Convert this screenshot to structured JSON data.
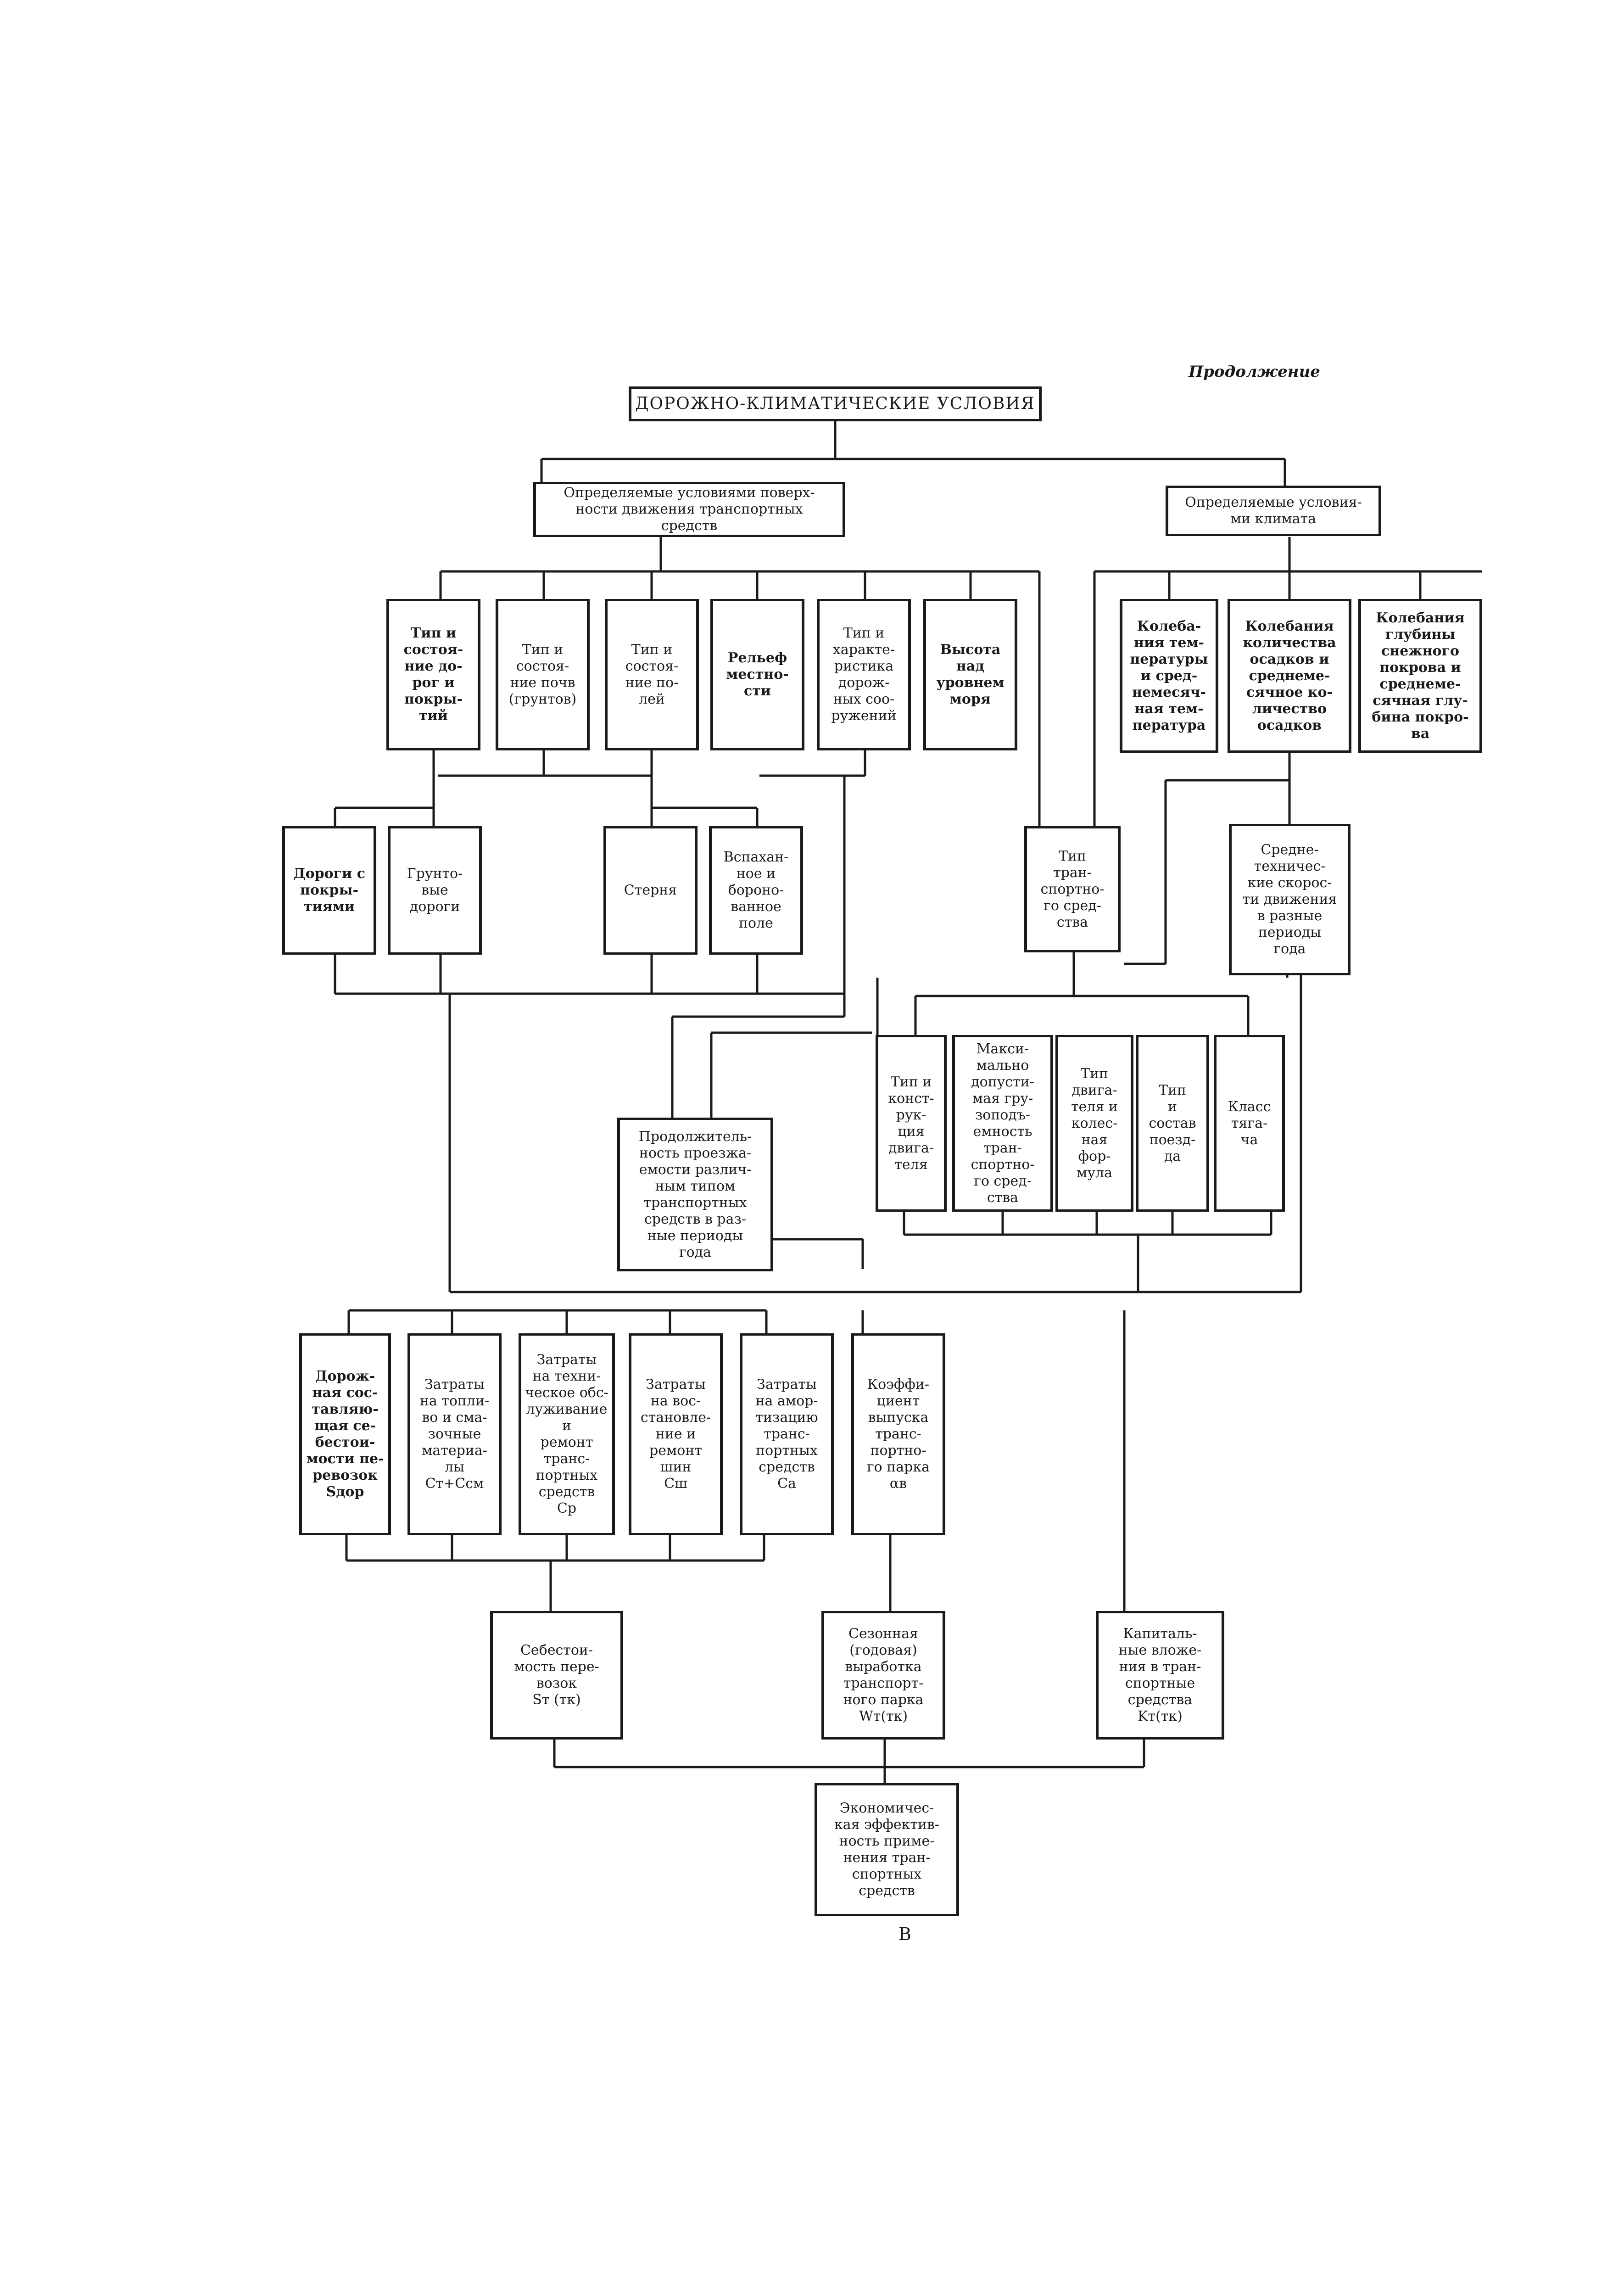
{
  "continuation": "Продолжение",
  "page_letter": "В",
  "nodes": {
    "root": "ДОРОЖНО-КЛИМАТИЧЕСКИЕ УСЛОВИЯ",
    "surface": "Определяемые условиями поверх-\nности движения транспортных\nсредств",
    "climate": "Определяемые условия-\nми климата",
    "roads_type": "Тип и\nсостоя-\nние до-\nрог и\nпокры-\nтий",
    "soil_type": "Тип и\nсостоя-\nние почв\n(грунтов)",
    "fields_type": "Тип и\nсостоя-\nние по-\nлей",
    "relief": "Рельеф\nместно-\nсти",
    "structures": "Тип и\nхаракте-\nристика\nдорож-\nных соо-\nружений",
    "altitude": "Высота\nнад\nуровнем\nморя",
    "temp": "Колеба-\nния тем-\nпературы\nи сред-\nнемесяч-\nная тем-\nпература",
    "precip": "Колебания\nколичества\nосадков и\nсреднеме-\nсячное ко-\nличество\nосадков",
    "snow": "Колебания\nглубины\nснежного\nпокрова и\nсреднеме-\nсячная глу-\nбина покро-\nва",
    "paved_roads": "Дороги с\nпокры-\nтиями",
    "dirt_roads": "Грунто-\nвые\nдороги",
    "stubble": "Стерня",
    "plowed": "Вспахан-\nное и\nбороно-\nванное\nполе",
    "vehicle_type": "Тип\nтран-\nспортно-\nго сред-\nства",
    "avg_speed": "Средне-\nтехничес-\nкие скорос-\nти движения\nв разные\nпериоды\nгода",
    "duration": "Продолжитель-\nность проезжа-\nемости различ-\nным типом\nтранспортных\nсредств в раз-\nные периоды\nгода",
    "engine_type": "Тип и\nконст-\nрук-\nция\nдвига-\nтеля",
    "payload": "Макси-\nмально\nдопусти-\nмая гру-\nзоподъ-\nемность\nтран-\nспортно-\nго сред-\nства",
    "wheel_formula": "Тип\nдвига-\nтеля и\nколес-\nная\nфор-\nмула",
    "train": "Тип\nи\nсостав\nпоезд-\nда",
    "tractor_class": "Класс\nтяга-\nча",
    "road_cost": "Дорож-\nная сос-\nтавляю-\nщая се-\nбестои-\nмости пе-\nревозок\nSдор",
    "fuel_cost": "Затраты\nна топли-\nво и сма-\nзочные\nматериа-\nлы\nCт+Cсм",
    "maintenance_cost": "Затраты\nна техни-\nческое обс-\nлуживание и\nремонт\nтранс-\nпортных\nсредств\nCр",
    "tire_cost": "Затраты\nна вос-\nстановле-\nние и\nремонт\nшин\nCш",
    "depreciation_cost": "Затраты\nна амор-\nтизацию\nтранс-\nпортных\nсредств\nCа",
    "fleet_coeff": "Коэффи-\nциент\nвыпуска\nтранс-\nпортно-\nго парка\nαв",
    "transport_cost": "Себестои-\nмость пере-\nвозок\nSт (тк)",
    "seasonal_output": "Сезонная\n(годовая)\nвыработка\nтранспорт-\nного парка\nWт(тк)",
    "capital": "Капиталь-\nные вложе-\nния в тран-\nспортные\nсредства\nKт(тк)",
    "efficiency": "Экономичес-\nкая эффектив-\nность приме-\nнения тран-\nспортных\nсредств"
  }
}
